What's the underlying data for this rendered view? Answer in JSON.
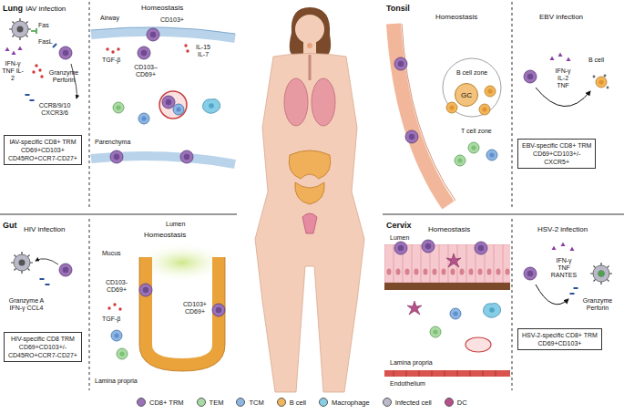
{
  "diagram": {
    "nodes": [
      {
        "text": [
          "IAV-specific CD8+ TRM",
          "CD69+CD103+",
          "CD45RO+CCR7-CD27+"
        ]
      },
      {
        "text": [
          "GC"
        ]
      },
      {
        "text": [
          "EBV-specific CD8+ TRM",
          "CD69+CD103+/-",
          "CXCR5+"
        ]
      },
      {
        "text": [
          "HIV-specific CD8 TRM",
          "CD69+CD103+/-",
          "CD45RO+CCR7-CD27+"
        ]
      },
      {
        "text": [
          "HSV-2-specific CD8+ TRM",
          "CD69+CD103+"
        ]
      }
    ],
    "labels": [
      "Lung",
      "IAV infection",
      "Fas",
      "FasL",
      "IFN-γ TNF IL-2",
      "Granzyme Perforin",
      "CCR8/9/10 CXCR3/6",
      "Homeostasis",
      "Airway",
      "CD103+",
      "IL-15 IL-7",
      "TGF-β",
      "CD103– CD69+",
      "Parenchyma",
      "Tonsil",
      "Homeostasis",
      "B cell zone",
      "T cell zone",
      "EBV infection",
      "B cell",
      "IFN-γ IL-2 TNF",
      "Gut",
      "HIV infection",
      "Granzyme A IFN-γ CCL4",
      "Lumen",
      "Homeostasis",
      "Mucus",
      "CD103- CD69+",
      "TGF-β",
      "CD103+ CD69+",
      "Lamina propria",
      "Cervix",
      "Homeostasis",
      "Lumen",
      "Lamina propria",
      "Endothelium",
      "HSV-2 infection",
      "IFN-γ TNF RANTES",
      "Granzyme Perforin"
    ],
    "legend": [
      {
        "text": "CD8+ TRM",
        "color": "#9b72b8"
      },
      {
        "text": "TEM",
        "color": "#a9dca3"
      },
      {
        "text": "TCM",
        "color": "#8db6e3"
      },
      {
        "text": "B cell",
        "color": "#f2b55c"
      },
      {
        "text": "Macrophage",
        "color": "#88cde6"
      },
      {
        "text": "Infected cell",
        "color": "#b9b9c9"
      },
      {
        "text": "DC",
        "color": "#b5508a"
      }
    ]
  }
}
